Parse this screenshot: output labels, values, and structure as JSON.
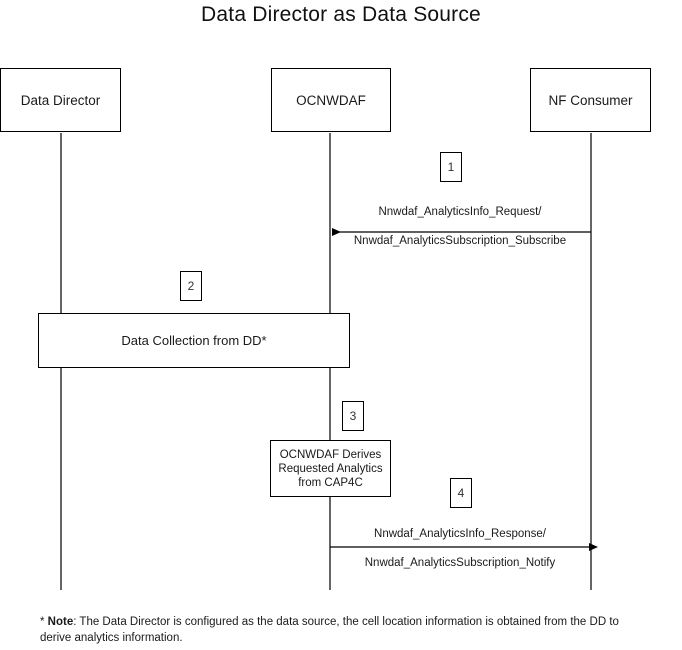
{
  "title": "Data Director as Data Source",
  "participants": [
    {
      "id": "data-director",
      "label": "Data Director"
    },
    {
      "id": "ocnwdaf",
      "label": "OCNWDAF"
    },
    {
      "id": "nf-consumer",
      "label": "NF Consumer"
    }
  ],
  "steps": [
    {
      "number": "1"
    },
    {
      "number": "2"
    },
    {
      "number": "3"
    },
    {
      "number": "4"
    }
  ],
  "messages": [
    {
      "id": "msg-1",
      "line1": "Nnwdaf_AnalyticsInfo_Request/",
      "line2": "Nnwdaf_AnalyticsSubscription_Subscribe",
      "from": "NF Consumer",
      "to": "OCNWDAF",
      "direction": "left"
    },
    {
      "id": "msg-4",
      "line1": "Nnwdaf_AnalyticsInfo_Response/",
      "line2": "Nnwdaf_AnalyticsSubscription_Notify",
      "from": "OCNWDAF",
      "to": "NF Consumer",
      "direction": "right"
    }
  ],
  "activities": [
    {
      "id": "data-collection",
      "label": "Data Collection from DD*"
    },
    {
      "id": "derive-analytics",
      "line1": "OCNWDAF Derives",
      "line2": "Requested Analytics",
      "line3": "from CAP4C"
    }
  ],
  "footnote": {
    "marker": "* ",
    "note_word": "Note",
    "text": ": The Data Director is configured as the data source, the cell location information is obtained from the DD to derive analytics information."
  },
  "colors": {
    "stroke": "#000000",
    "text": "#1a1a1a",
    "background": "#ffffff"
  }
}
